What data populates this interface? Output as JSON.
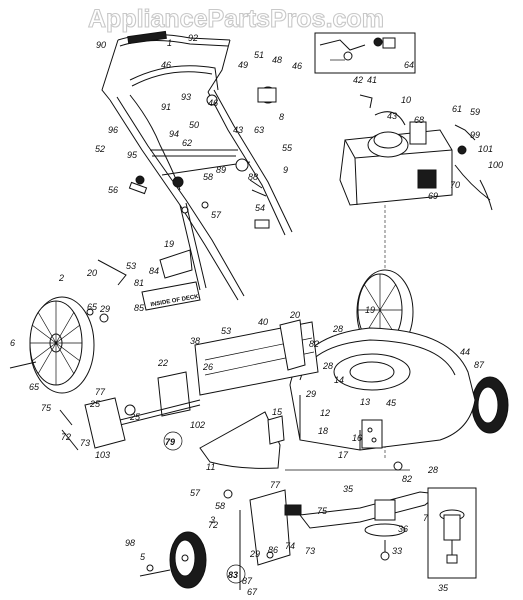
{
  "watermark": "AppliancePartsPros.com",
  "decal_text": "INSIDE OF DECK",
  "labels": [
    {
      "id": "l1",
      "text": "1"
    },
    {
      "id": "l2",
      "text": "2"
    },
    {
      "id": "l3",
      "text": "3"
    },
    {
      "id": "l5",
      "text": "5"
    },
    {
      "id": "l6",
      "text": "6"
    },
    {
      "id": "l7",
      "text": "7"
    },
    {
      "id": "l8",
      "text": "8"
    },
    {
      "id": "l9",
      "text": "9"
    },
    {
      "id": "l10",
      "text": "10"
    },
    {
      "id": "l11",
      "text": "11"
    },
    {
      "id": "l12",
      "text": "12"
    },
    {
      "id": "l13",
      "text": "13"
    },
    {
      "id": "l14",
      "text": "14"
    },
    {
      "id": "l15",
      "text": "15"
    },
    {
      "id": "l16",
      "text": "16"
    },
    {
      "id": "l17",
      "text": "17"
    },
    {
      "id": "l18",
      "text": "18"
    },
    {
      "id": "l19a",
      "text": "19"
    },
    {
      "id": "l19b",
      "text": "19"
    },
    {
      "id": "l20a",
      "text": "20"
    },
    {
      "id": "l20b",
      "text": "20"
    },
    {
      "id": "l22",
      "text": "22"
    },
    {
      "id": "l25a",
      "text": "25"
    },
    {
      "id": "l25b",
      "text": "25"
    },
    {
      "id": "l26",
      "text": "26"
    },
    {
      "id": "l28a",
      "text": "28"
    },
    {
      "id": "l28b",
      "text": "28"
    },
    {
      "id": "l28c",
      "text": "28"
    },
    {
      "id": "l29a",
      "text": "29"
    },
    {
      "id": "l29b",
      "text": "29"
    },
    {
      "id": "l29c",
      "text": "29"
    },
    {
      "id": "l33",
      "text": "33"
    },
    {
      "id": "l35a",
      "text": "35"
    },
    {
      "id": "l35b",
      "text": "35"
    },
    {
      "id": "l36",
      "text": "36"
    },
    {
      "id": "l38",
      "text": "38"
    },
    {
      "id": "l40",
      "text": "40"
    },
    {
      "id": "l41",
      "text": "41"
    },
    {
      "id": "l42",
      "text": "42"
    },
    {
      "id": "l43a",
      "text": "43"
    },
    {
      "id": "l43b",
      "text": "43"
    },
    {
      "id": "l44",
      "text": "44"
    },
    {
      "id": "l45",
      "text": "45"
    },
    {
      "id": "l46a",
      "text": "46"
    },
    {
      "id": "l46b",
      "text": "46"
    },
    {
      "id": "l46c",
      "text": "46"
    },
    {
      "id": "l48",
      "text": "48"
    },
    {
      "id": "l49",
      "text": "49"
    },
    {
      "id": "l50",
      "text": "50"
    },
    {
      "id": "l51",
      "text": "51"
    },
    {
      "id": "l52",
      "text": "52"
    },
    {
      "id": "l53a",
      "text": "53"
    },
    {
      "id": "l53b",
      "text": "53"
    },
    {
      "id": "l54",
      "text": "54"
    },
    {
      "id": "l55",
      "text": "55"
    },
    {
      "id": "l56",
      "text": "56"
    },
    {
      "id": "l57a",
      "text": "57"
    },
    {
      "id": "l57b",
      "text": "57"
    },
    {
      "id": "l58a",
      "text": "58"
    },
    {
      "id": "l58b",
      "text": "58"
    },
    {
      "id": "l59",
      "text": "59"
    },
    {
      "id": "l61",
      "text": "61"
    },
    {
      "id": "l62",
      "text": "62"
    },
    {
      "id": "l63",
      "text": "63"
    },
    {
      "id": "l64",
      "text": "64"
    },
    {
      "id": "l65a",
      "text": "65"
    },
    {
      "id": "l65b",
      "text": "65"
    },
    {
      "id": "l67",
      "text": "67"
    },
    {
      "id": "l68",
      "text": "68"
    },
    {
      "id": "l69",
      "text": "69"
    },
    {
      "id": "l70",
      "text": "70"
    },
    {
      "id": "l72a",
      "text": "72"
    },
    {
      "id": "l72b",
      "text": "72"
    },
    {
      "id": "l73a",
      "text": "73"
    },
    {
      "id": "l73b",
      "text": "73"
    },
    {
      "id": "l74",
      "text": "74"
    },
    {
      "id": "l75a",
      "text": "75"
    },
    {
      "id": "l75b",
      "text": "75"
    },
    {
      "id": "l77a",
      "text": "77"
    },
    {
      "id": "l77b",
      "text": "77"
    },
    {
      "id": "l79",
      "text": "79"
    },
    {
      "id": "l81",
      "text": "81"
    },
    {
      "id": "l82a",
      "text": "82"
    },
    {
      "id": "l82b",
      "text": "82"
    },
    {
      "id": "l83",
      "text": "83"
    },
    {
      "id": "l84",
      "text": "84"
    },
    {
      "id": "l85",
      "text": "85"
    },
    {
      "id": "l86",
      "text": "86"
    },
    {
      "id": "l87a",
      "text": "87"
    },
    {
      "id": "l87b",
      "text": "87"
    },
    {
      "id": "l88",
      "text": "88"
    },
    {
      "id": "l89",
      "text": "89"
    },
    {
      "id": "l90",
      "text": "90"
    },
    {
      "id": "l91",
      "text": "91"
    },
    {
      "id": "l92",
      "text": "92"
    },
    {
      "id": "l93",
      "text": "93"
    },
    {
      "id": "l94",
      "text": "94"
    },
    {
      "id": "l95",
      "text": "95"
    },
    {
      "id": "l96",
      "text": "96"
    },
    {
      "id": "l98",
      "text": "98"
    },
    {
      "id": "l99",
      "text": "99"
    },
    {
      "id": "l100",
      "text": "100"
    },
    {
      "id": "l101",
      "text": "101"
    },
    {
      "id": "l102",
      "text": "102"
    },
    {
      "id": "l103",
      "text": "103"
    }
  ]
}
